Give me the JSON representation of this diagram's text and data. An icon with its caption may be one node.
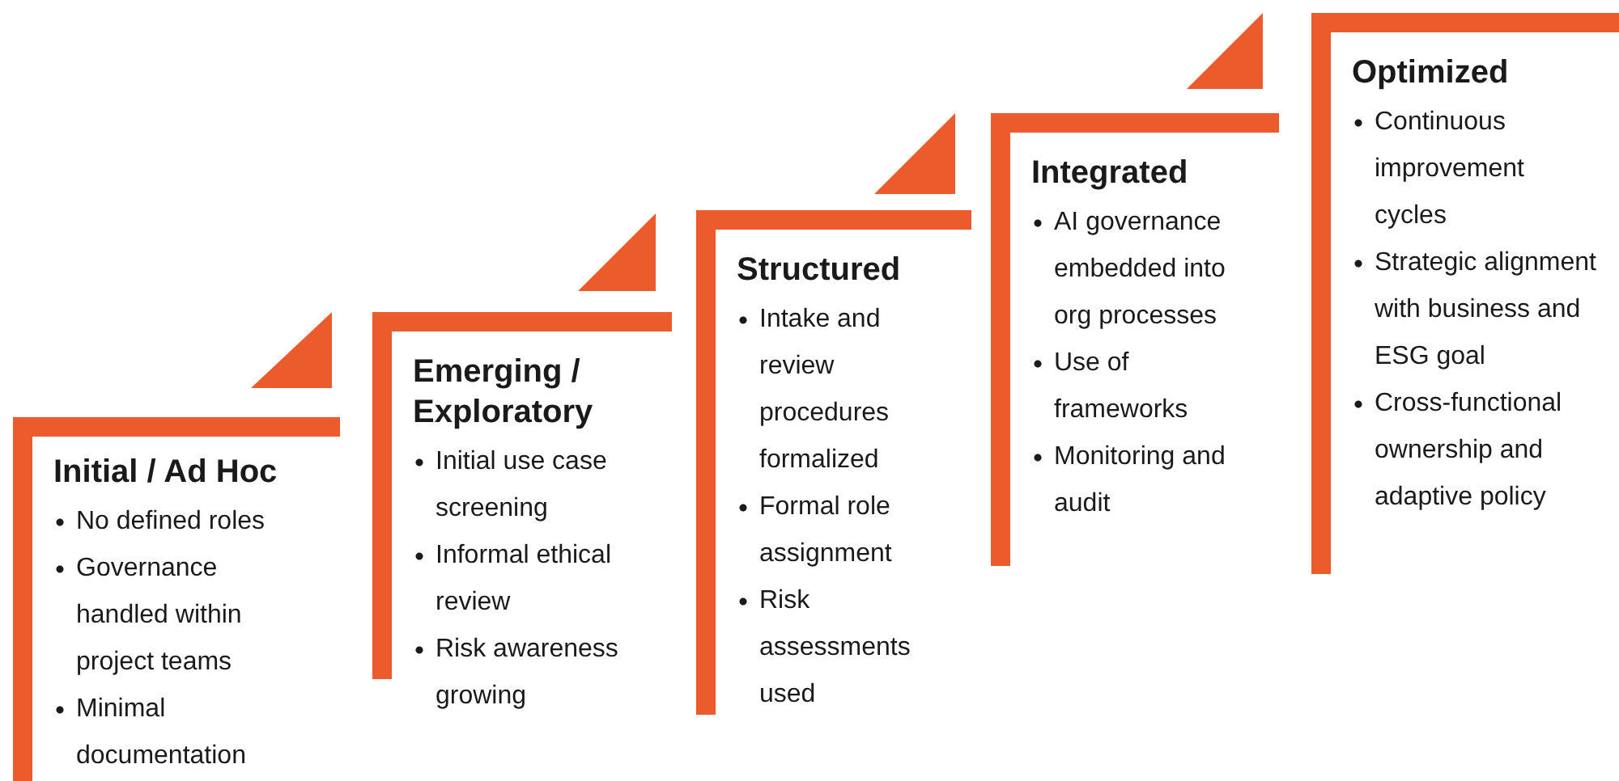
{
  "diagram": {
    "nodes": [
      {
        "text": [
          "Initial / Ad Hoc",
          "No defined roles",
          "Governance handled within project teams",
          "Minimal documentation"
        ]
      },
      {
        "text": [
          "Emerging / Exploratory",
          "Initial use case screening",
          "Informal ethical review",
          "Risk awareness growing"
        ]
      },
      {
        "text": [
          "Structured",
          "Intake and review procedures formalized",
          "Formal role assignment",
          "Risk assessments used"
        ]
      },
      {
        "text": [
          "Integrated",
          "AI governance embedded into org processes",
          "Use of frameworks",
          "Monitoring and audit"
        ]
      },
      {
        "text": [
          "Optimized",
          "Continuous improvement cycles",
          "Strategic alignment with business and ESG goal",
          "Cross-functional ownership and adaptive policy"
        ]
      }
    ]
  }
}
